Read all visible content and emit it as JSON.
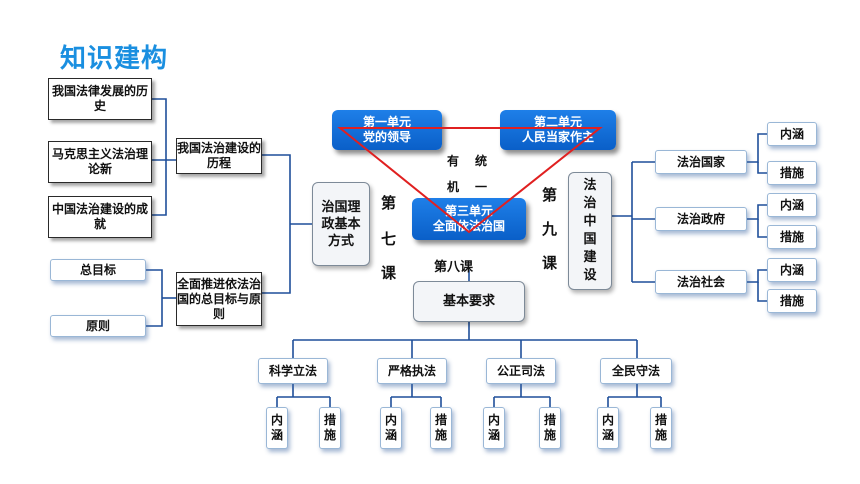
{
  "title": "知识建构",
  "history": {
    "items": [
      "我国法律发展的历史",
      "马克思主义法治理论新",
      "中国法治建设的成就"
    ],
    "hub": "我国法治建设的历程"
  },
  "goals": {
    "items": [
      "总目标",
      "原则"
    ],
    "hub": "全面推进依法治国的总目标与原则"
  },
  "center": {
    "unit1": [
      "第一单元",
      "党的领导"
    ],
    "unit2": [
      "第二单元",
      "人民当家作主"
    ],
    "unit3": [
      "第三单元",
      "全面依法治国"
    ],
    "organic": [
      "有",
      "机"
    ],
    "unified": [
      "统",
      "一"
    ],
    "lesson7": [
      "第",
      "七",
      "课"
    ],
    "lesson8": "第八课",
    "lesson9": [
      "第",
      "九",
      "课"
    ],
    "lesson7_box": "治国理政基本方式",
    "lesson9_box": "法治中国建设"
  },
  "right": {
    "groups": [
      {
        "label": "法治国家",
        "sub": [
          "内涵",
          "措施"
        ]
      },
      {
        "label": "法治政府",
        "sub": [
          "内涵",
          "措施"
        ]
      },
      {
        "label": "法治社会",
        "sub": [
          "内涵",
          "措施"
        ]
      }
    ]
  },
  "bottom": {
    "hub": "基本要求",
    "groups": [
      {
        "label": "科学立法",
        "sub": [
          "内涵",
          "措施"
        ]
      },
      {
        "label": "严格执法",
        "sub": [
          "内涵",
          "措施"
        ]
      },
      {
        "label": "公正司法",
        "sub": [
          "内涵",
          "措施"
        ]
      },
      {
        "label": "全民守法",
        "sub": [
          "内涵",
          "措施"
        ]
      }
    ]
  },
  "colors": {
    "title": "#1a8fe0",
    "unit_box": "#0a6fd8",
    "connector": "#1f4f9a",
    "triangle": "#e02020"
  }
}
